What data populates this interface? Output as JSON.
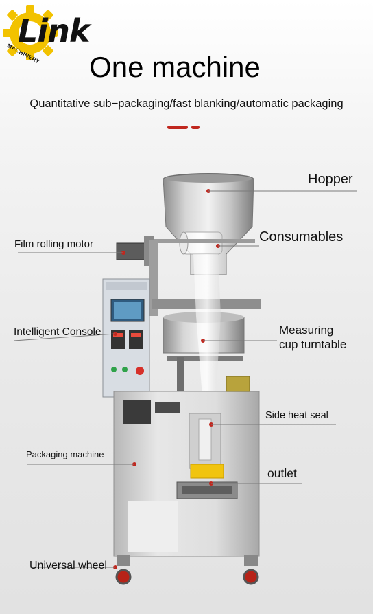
{
  "brand": {
    "logo_text": "Link",
    "logo_sub": "MACHINERY"
  },
  "header": {
    "title": "One machine",
    "subtitle": "Quantitative sub−packaging/fast blanking/automatic packaging"
  },
  "labels": {
    "hopper": "Hopper",
    "consumables": "Consumables",
    "film_rolling_motor": "Film rolling motor",
    "intelligent_console": "Intelligent Console",
    "measuring_line1": "Measuring",
    "measuring_line2": "cup turntable",
    "side_heat_seal": "Side heat seal",
    "packaging_machine": "Packaging machine",
    "outlet": "outlet",
    "universal_wheel": "Universal wheel"
  },
  "colors": {
    "accent": "#c0271e",
    "logo_gear": "#f2c200",
    "marker": "#c0271e"
  }
}
